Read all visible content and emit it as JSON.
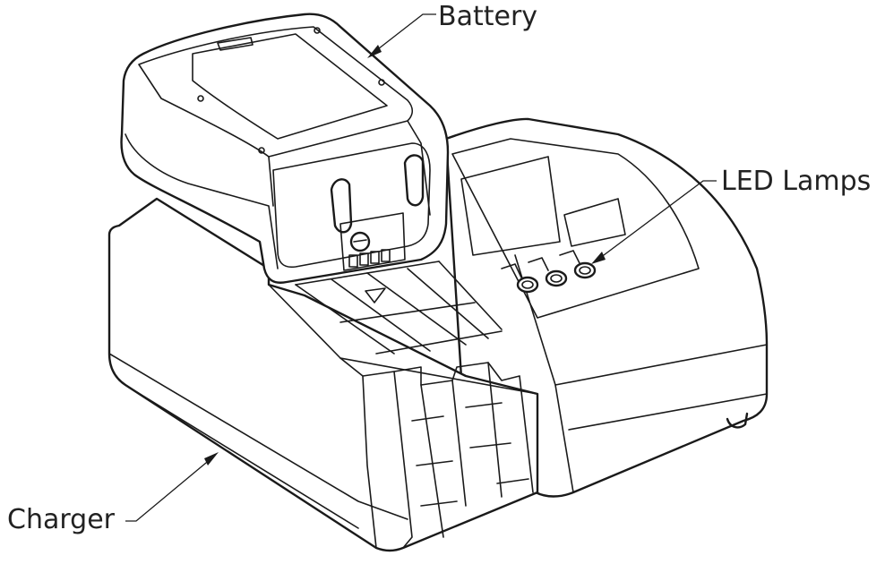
{
  "labels": {
    "battery": "Battery",
    "led_lamps": "LED Lamps",
    "charger": "Charger"
  },
  "colors": {
    "line": "#1a1a1a",
    "text": "#222222",
    "background": "#ffffff"
  }
}
